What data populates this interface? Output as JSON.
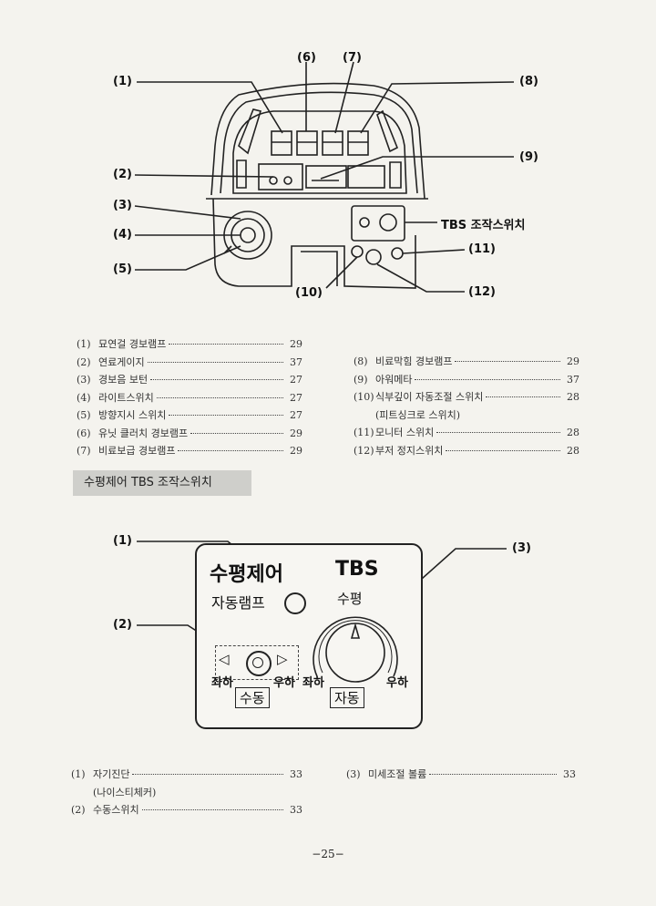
{
  "top_diagram": {
    "callouts": [
      "(1)",
      "(2)",
      "(3)",
      "(4)",
      "(5)",
      "(6)",
      "(7)",
      "(8)",
      "(9)",
      "(10)",
      "(11)",
      "(12)"
    ],
    "tbs_label": "TBS 조작스위치"
  },
  "toc_top_left": [
    {
      "num": "(1)",
      "label": "묘연걸 경보램프",
      "page": "29"
    },
    {
      "num": "(2)",
      "label": "연료게이지",
      "page": "37"
    },
    {
      "num": "(3)",
      "label": "경보음 보턴",
      "page": "27"
    },
    {
      "num": "(4)",
      "label": "라이트스위치",
      "page": "27"
    },
    {
      "num": "(5)",
      "label": "방향지시 스위치",
      "page": "27"
    },
    {
      "num": "(6)",
      "label": "유닛 클러치 경보램프",
      "page": "29"
    },
    {
      "num": "(7)",
      "label": "비료보급 경보램프",
      "page": "29"
    }
  ],
  "toc_top_right": [
    {
      "num": "(8)",
      "label": "비료막힘 경보램프",
      "page": "29"
    },
    {
      "num": "(9)",
      "label": "아워메타",
      "page": "37"
    },
    {
      "num": "(10)",
      "label": "식부깊이 자동조절 스위치",
      "page": "28"
    },
    {
      "num": "",
      "label": "(피트싱크로 스위치)",
      "page": ""
    },
    {
      "num": "(11)",
      "label": "모니터 스위치",
      "page": "28"
    },
    {
      "num": "(12)",
      "label": "부저 정지스위치",
      "page": "28"
    }
  ],
  "section_title": "수평제어 TBS 조작스위치",
  "panel": {
    "title_left": "수평제어",
    "title_right": "TBS",
    "lamp_label": "자동램프",
    "dial_label": "수평",
    "left_arrow": "◁",
    "right_arrow": "▷",
    "manual_left": "좌하",
    "manual_right": "우하",
    "manual_label": "수동",
    "auto_left": "좌하",
    "auto_right": "우하",
    "auto_label": "자동"
  },
  "bottom_callouts": [
    "(1)",
    "(2)",
    "(3)"
  ],
  "toc_bottom_left": [
    {
      "num": "(1)",
      "label": "자기진단",
      "page": "33"
    },
    {
      "num": "",
      "label": "(나이스티체커)",
      "page": ""
    },
    {
      "num": "(2)",
      "label": "수동스위치",
      "page": "33"
    }
  ],
  "toc_bottom_right": [
    {
      "num": "(3)",
      "label": "미세조절 볼륨",
      "page": "33"
    }
  ],
  "page_number": "−25−"
}
